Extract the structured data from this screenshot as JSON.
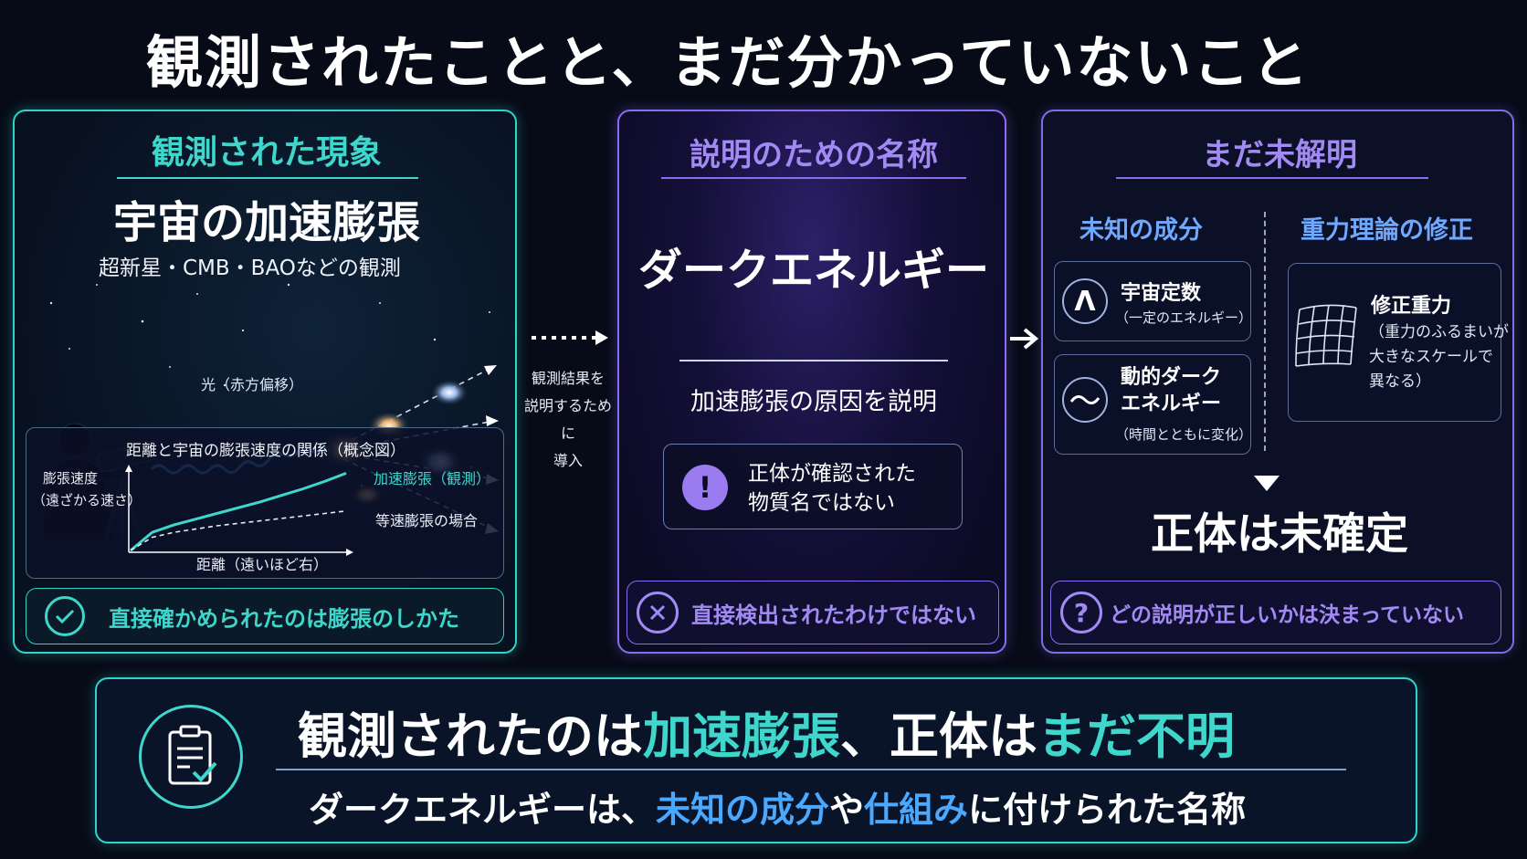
{
  "title": "観測されたことと、まだ分かっていないこと",
  "observed": {
    "heading": "観測された現象",
    "main": "宇宙の加速膨張",
    "sub": "超新星・CMB・BAOなどの観測",
    "light_label": "光（赤方偏移）",
    "chart_title": "距離と宇宙の膨張速度の関係（概念図）",
    "ylabel_1": "膨張速度",
    "ylabel_2": "（遠ざかる速さ）",
    "xlabel": "距離（遠いほど右）",
    "series_accelerated": "加速膨張（観測）",
    "series_constant": "等速膨張の場合",
    "note": "直接確かめられたのは膨張のしかた"
  },
  "arrow_label": [
    "観測結果を",
    "説明するために",
    "導入"
  ],
  "naming": {
    "heading": "説明のための名称",
    "name": "ダークエネルギー",
    "description": "加速膨張の原因を説明",
    "warning_line1": "正体が確認された",
    "warning_line2": "物質名ではない",
    "note": "直接検出されたわけではない"
  },
  "unresolved": {
    "heading": "まだ未解明",
    "left_heading": "未知の成分",
    "right_heading": "重力理論の修正",
    "cc_title": "宇宙定数",
    "cc_sub": "（一定のエネルギー）",
    "cc_symbol": "Λ",
    "dyn_title_1": "動的ダーク",
    "dyn_title_2": "エネルギー",
    "dyn_sub": "（時間とともに変化）",
    "dyn_symbol": "~",
    "mg_title": "修正重力",
    "mg_sub_1": "（重力のふるまいが",
    "mg_sub_2": "大きなスケールで",
    "mg_sub_3": "異なる）",
    "conclusion": "正体は未確定",
    "note": "どの説明が正しいかは決まっていない"
  },
  "summary": {
    "line1_a": "観測されたのは",
    "line1_b": "加速膨張",
    "line1_c": "、正体は",
    "line1_d": "まだ不明",
    "line2_a": "ダークエネルギーは、",
    "line2_b": "未知の成分",
    "line2_c": "や",
    "line2_d": "仕組み",
    "line2_e": "に付けられた名称"
  },
  "colors": {
    "teal": "#3fd6cc",
    "violet": "#a28af5",
    "background": "#070b18"
  },
  "chart_data": {
    "type": "line",
    "title": "距離と宇宙の膨張速度の関係（概念図）",
    "xlabel": "距離（遠いほど右）",
    "ylabel": "膨張速度（遠ざかる速さ）",
    "x": [
      0,
      1,
      2,
      3,
      4,
      5,
      6,
      7,
      8,
      9,
      10
    ],
    "series": [
      {
        "name": "加速膨張（観測）",
        "values": [
          0,
          2.2,
          3.1,
          3.8,
          4.5,
          5.2,
          5.9,
          6.7,
          7.5,
          8.4,
          9.4
        ]
      },
      {
        "name": "等速膨張の場合",
        "values": [
          0,
          1.6,
          2.2,
          2.6,
          3.0,
          3.3,
          3.6,
          3.9,
          4.2,
          4.5,
          4.8
        ]
      }
    ],
    "ylim": [
      0,
      10
    ],
    "grid": false,
    "legend": "right"
  }
}
